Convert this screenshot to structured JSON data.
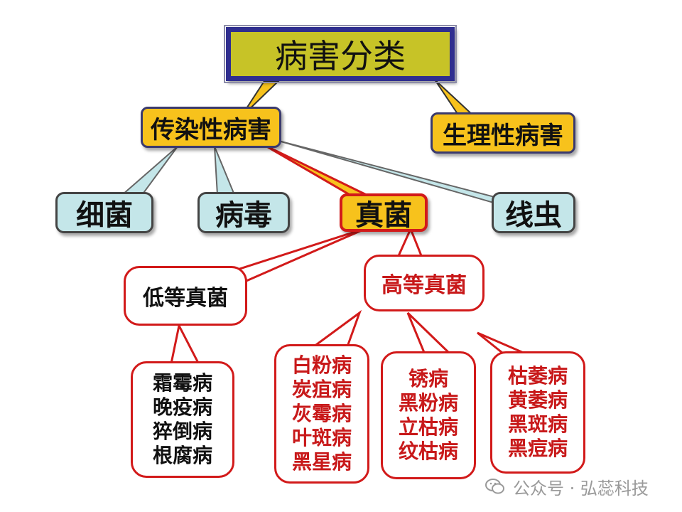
{
  "root": "病害分类",
  "categories": {
    "infectious": "传染性病害",
    "physiological": "生理性病害"
  },
  "pathogens": {
    "bacteria": "细菌",
    "virus": "病毒",
    "fungi": "真菌",
    "nematode": "线虫"
  },
  "fungi_types": {
    "lower": "低等真菌",
    "higher": "高等真菌"
  },
  "lower_diseases": [
    "霜霉病",
    "晚疫病",
    "猝倒病",
    "根腐病"
  ],
  "higher_group1": [
    "白粉病",
    "炭疽病",
    "灰霉病",
    "叶斑病",
    "黑星病"
  ],
  "higher_group2": [
    "锈病",
    "黑粉病",
    "立枯病",
    "纹枯病"
  ],
  "higher_group3": [
    "枯萎病",
    "黄萎病",
    "黑斑病",
    "黑痘病"
  ],
  "watermark": "公众号 · 弘蕊科技"
}
